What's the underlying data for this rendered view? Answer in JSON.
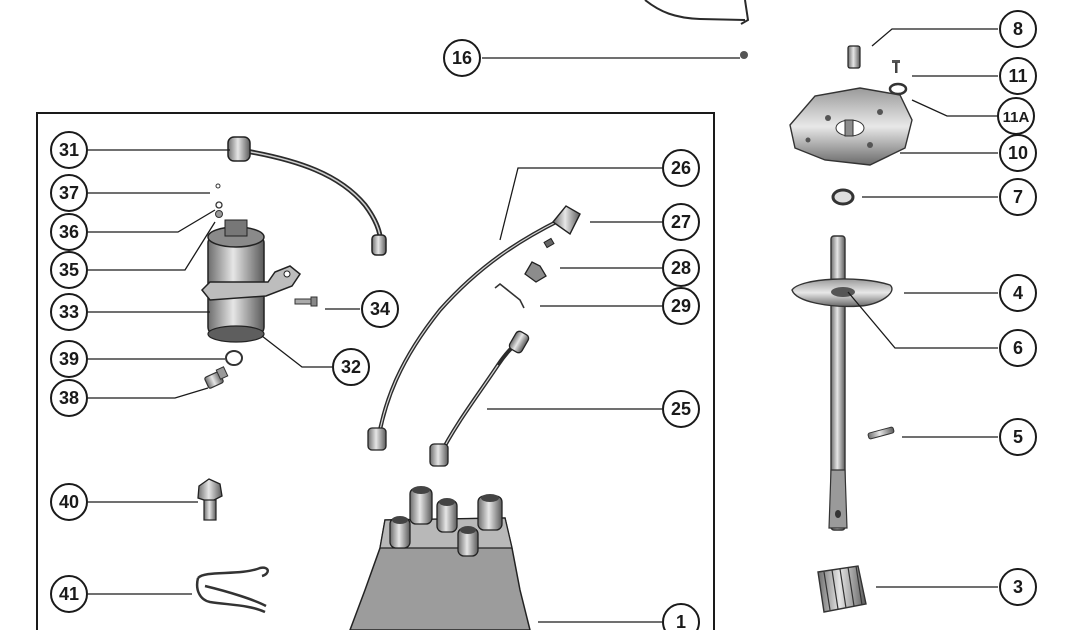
{
  "diagram": {
    "description_free": true,
    "callouts": [
      "1",
      "3",
      "4",
      "5",
      "6",
      "7",
      "8",
      "10",
      "11",
      "11A",
      "16",
      "25",
      "26",
      "27",
      "28",
      "29",
      "31",
      "32",
      "33",
      "34",
      "35",
      "36",
      "37",
      "38",
      "39",
      "40",
      "41"
    ],
    "colors": {
      "ink": "#1a1a1a",
      "paper": "#ffffff",
      "part_fill": "#d9d9d9",
      "part_dark": "#7a7a7a"
    }
  }
}
